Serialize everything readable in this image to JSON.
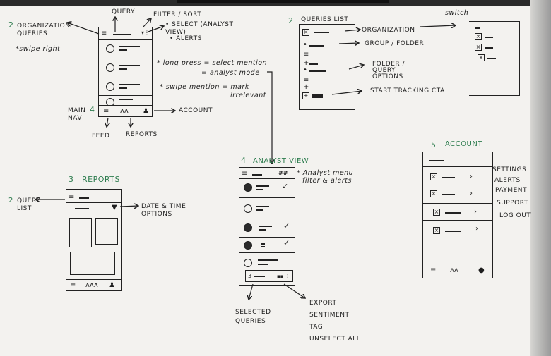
{
  "feed_sketch": {
    "badge": "2",
    "org_label": "Organization queries",
    "swipe_note": "*swipe right",
    "query_label": "Query",
    "filter_label": "Filter / sort",
    "select_label": "• Select (analyst view)",
    "alerts_label": "• Alerts",
    "long_press_note": "* long press = select mention",
    "analyst_mode_note": "= analyst mode",
    "swipe_mention_note": "* swipe mention = mark",
    "irrelevant_note": "irrelevant",
    "main_nav_label": "Main nav",
    "main_nav_badge": "4",
    "account_label": "Account",
    "feed_label": "Feed",
    "reports_label": "Reports"
  },
  "queries_sketch": {
    "badge": "2",
    "title": "Queries list",
    "organization_label": "Organization",
    "group_label": "Group / folder",
    "options_label": "Folder / query options",
    "cta_label": "Start tracking CTA",
    "switch_label": "switch"
  },
  "reports_sketch": {
    "badge": "3",
    "title": "Reports",
    "query_list_badge": "2",
    "query_list_label": "Query list",
    "date_label": "Date & time options"
  },
  "analyst_sketch": {
    "badge": "4",
    "title": "Analyst view",
    "menu_note": "* Analyst menu",
    "menu_note2": "filter & alerts",
    "selected_label": "Selected queries",
    "selected_count": "3",
    "actions": [
      "Export",
      "Sentiment",
      "Tag",
      "Unselect all"
    ]
  },
  "account_sketch": {
    "badge": "5",
    "title": "Account",
    "items": [
      "Settings",
      "Alerts",
      "Payment",
      "Support",
      "Log out"
    ]
  },
  "colors": {
    "ink": "#1e1e1e",
    "accent": "#2e7d4f",
    "paper": "#f3f2ef"
  }
}
